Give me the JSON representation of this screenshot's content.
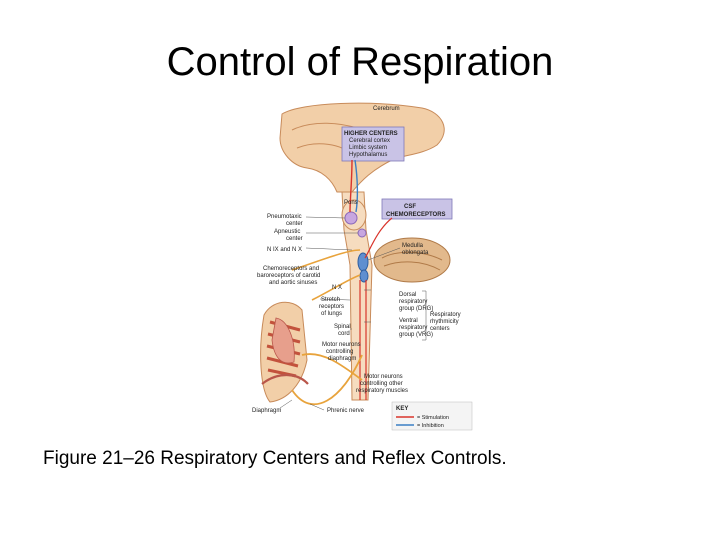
{
  "slide": {
    "title": "Control of Respiration",
    "caption": "Figure 21–26 Respiratory Centers and Reflex Controls."
  },
  "figure": {
    "labels": {
      "cerebrum": "Cerebrum",
      "higher_centers": [
        "HIGHER CENTERS",
        "Cerebral cortex",
        "Limbic system",
        "Hypothalamus"
      ],
      "pons": "Pons",
      "csf": [
        "CSF",
        "CHEMORECEPTORS"
      ],
      "pneumotaxic": [
        "Pneumotaxic",
        "center"
      ],
      "apneustic": [
        "Apneustic",
        "center"
      ],
      "nix": "N IX and N X",
      "medulla": [
        "Medulla",
        "oblongata"
      ],
      "chemoreceptors": [
        "Chemoreceptors and",
        "baroreceptors of carotid",
        "and aortic sinuses"
      ],
      "nx": "N X",
      "stretch": [
        "Stretch",
        "receptors",
        "of lungs"
      ],
      "drg": [
        "Dorsal",
        "respiratory",
        "group (DRG)"
      ],
      "rhythmicity": [
        "Respiratory",
        "rhythmicity",
        "centers"
      ],
      "spinal": [
        "Spinal",
        "cord"
      ],
      "vrg": [
        "Ventral",
        "respiratory",
        "group (VRG)"
      ],
      "motor_diaphragm": [
        "Motor neurons",
        "controlling",
        "diaphragm"
      ],
      "motor_other": [
        "Motor neurons",
        "controlling other",
        "respiratory muscles"
      ],
      "diaphragm": "Diaphragm",
      "phrenic": "Phrenic nerve",
      "key_title": "KEY",
      "key_stimulation": "= Stimulation",
      "key_inhibition": "= Inhibition"
    },
    "colors": {
      "stimulation": "#d9342b",
      "inhibition": "#3b7fc4",
      "nerve": "#e8a33c",
      "label_box": "#c9c3e6",
      "brain": "#f2cfa8",
      "cerebellum": "#e2b98c"
    }
  }
}
